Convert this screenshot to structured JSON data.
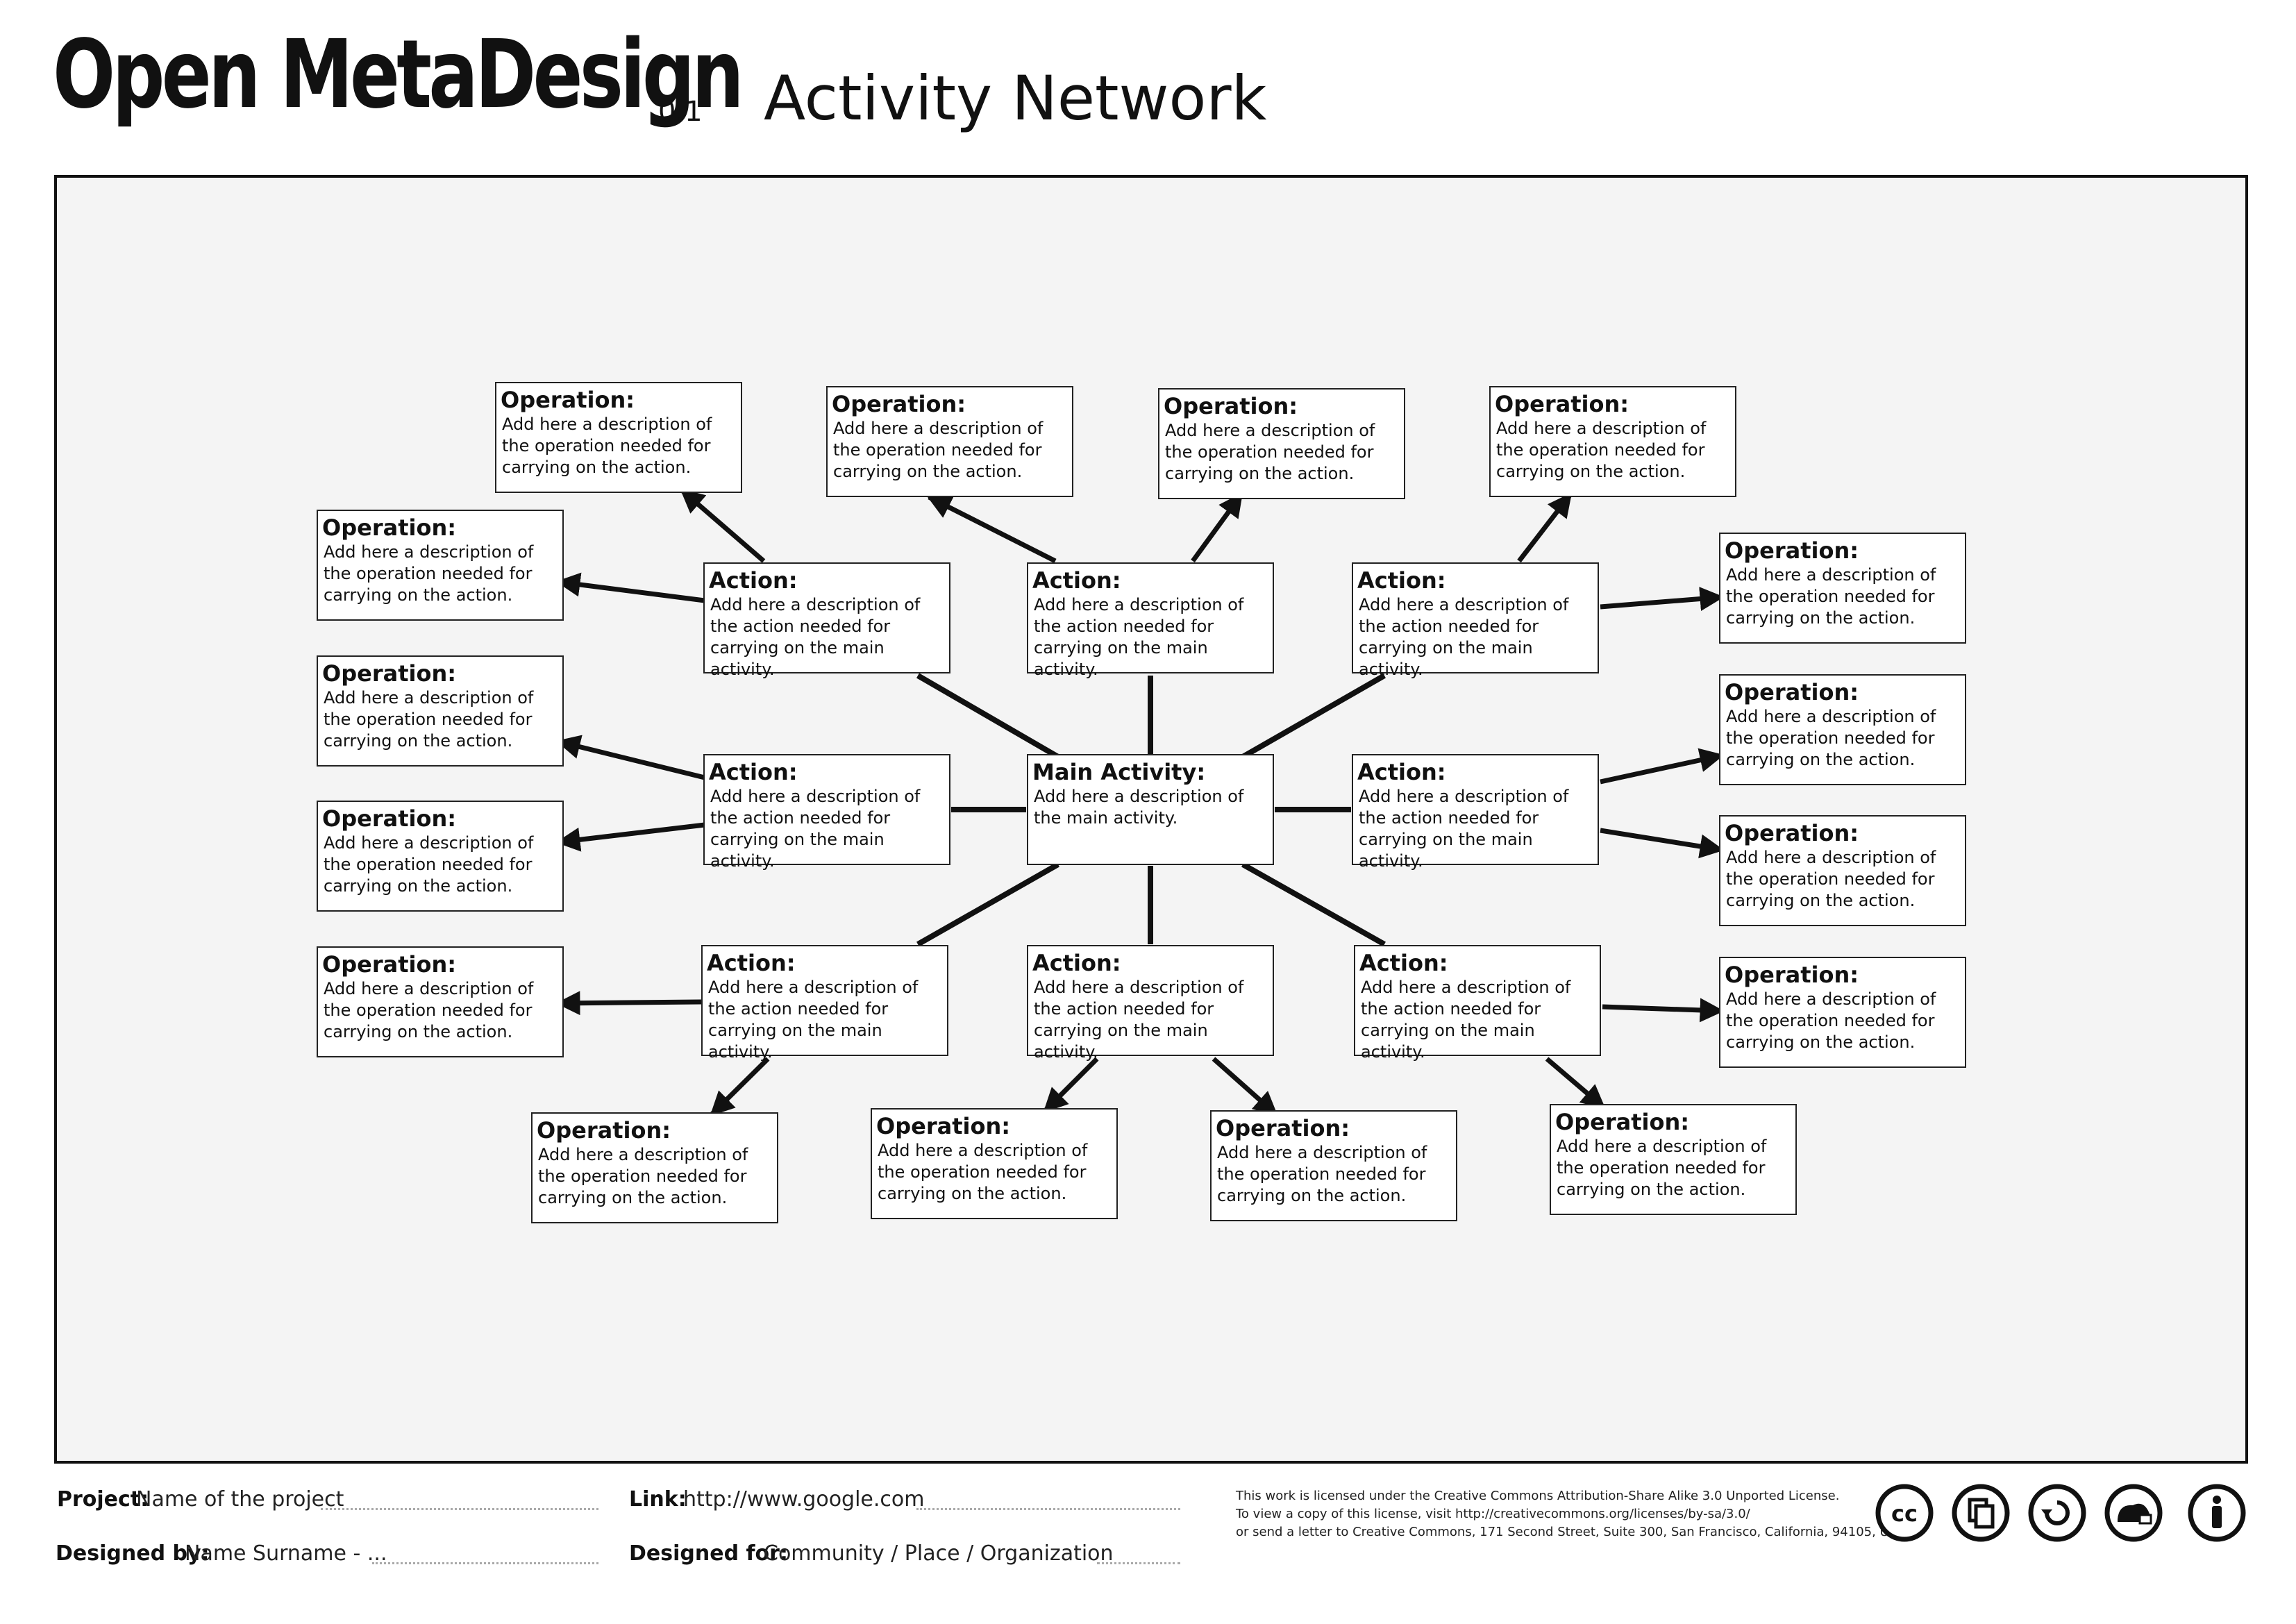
{
  "header": {
    "brand": "Open MetaDesign",
    "version": "0.1",
    "title": "Activity Network"
  },
  "diagram": {
    "main": {
      "title": "Main Activity:",
      "description": "Add here a description of the main activity."
    },
    "actions": [
      {
        "title": "Action:",
        "description": "Add here a description of the action needed for carrying on the main activity."
      },
      {
        "title": "Action:",
        "description": "Add here a description of the action needed for carrying on the main activity."
      },
      {
        "title": "Action:",
        "description": "Add here a description of the action needed for carrying on the main activity."
      },
      {
        "title": "Action:",
        "description": "Add here a description of the action needed for carrying on the main activity."
      },
      {
        "title": "Action:",
        "description": "Add here a description of the action needed for carrying on the main activity."
      },
      {
        "title": "Action:",
        "description": "Add here a description of the action needed for carrying on the main activity."
      },
      {
        "title": "Action:",
        "description": "Add here a description of the action needed for carrying on the main activity."
      },
      {
        "title": "Action:",
        "description": "Add here a description of the action needed for carrying on the main activity."
      }
    ],
    "operations": [
      {
        "title": "Operation:",
        "description": "Add here a description of the operation needed for carrying on the action."
      },
      {
        "title": "Operation:",
        "description": "Add here a description of the operation needed for carrying on the action."
      },
      {
        "title": "Operation:",
        "description": "Add here a description of the operation needed for carrying on the action."
      },
      {
        "title": "Operation:",
        "description": "Add here a description of the operation needed for carrying on the action."
      },
      {
        "title": "Operation:",
        "description": "Add here a description of the operation needed for carrying on the action."
      },
      {
        "title": "Operation:",
        "description": "Add here a description of the operation needed for carrying on the action."
      },
      {
        "title": "Operation:",
        "description": "Add here a description of the operation needed for carrying on the action."
      },
      {
        "title": "Operation:",
        "description": "Add here a description of the operation needed for carrying on the action."
      },
      {
        "title": "Operation:",
        "description": "Add here a description of the operation needed for carrying on the action."
      },
      {
        "title": "Operation:",
        "description": "Add here a description of the operation needed for carrying on the action."
      },
      {
        "title": "Operation:",
        "description": "Add here a description of the operation needed for carrying on the action."
      },
      {
        "title": "Operation:",
        "description": "Add here a description of the operation needed for carrying on the action."
      },
      {
        "title": "Operation:",
        "description": "Add here a description of the operation needed for carrying on the action."
      },
      {
        "title": "Operation:",
        "description": "Add here a description of the operation needed for carrying on the action."
      },
      {
        "title": "Operation:",
        "description": "Add here a description of the operation needed for carrying on the action."
      },
      {
        "title": "Operation:",
        "description": "Add here a description of the operation needed for carrying on the action."
      }
    ]
  },
  "footer": {
    "project_label": "Project:",
    "project_value": "Name of the project",
    "link_label": "Link:",
    "link_value": "http://www.google.com",
    "designed_by_label": "Designed by:",
    "designed_by_value": "Name Surname - ...",
    "designed_for_label": "Designed for:",
    "designed_for_value": "Community / Place / Organization",
    "license_line1": "This work is licensed under the Creative Commons Attribution-Share Alike 3.0 Unported License.",
    "license_line2": "To view a copy of this license, visit http://creativecommons.org/licenses/by-sa/3.0/",
    "license_line3": "or send a letter to Creative Commons, 171 Second Street, Suite 300, San Francisco, California, 94105, USA.",
    "icons": [
      "cc-icon",
      "copy-icon",
      "share-alike-icon",
      "remix-icon",
      "attribution-icon"
    ]
  }
}
